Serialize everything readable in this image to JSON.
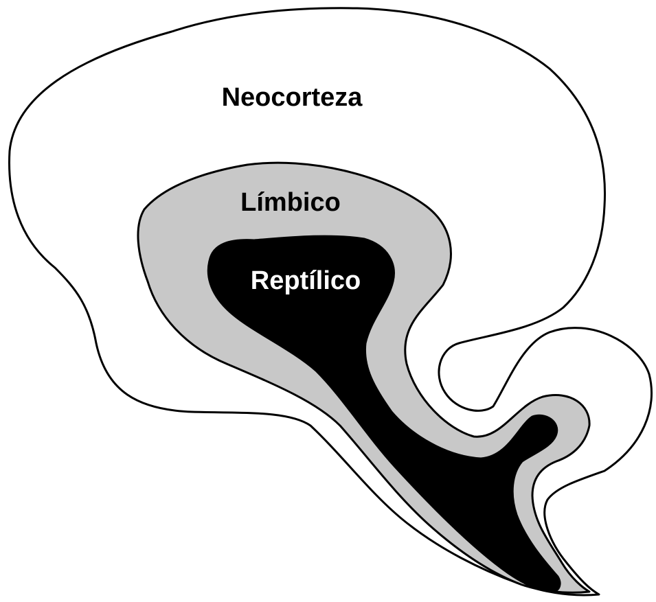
{
  "labels": {
    "neocortex": "Neocorteza",
    "limbic": "Límbico",
    "reptilian": "Reptílico"
  },
  "colors": {
    "background": "#ffffff",
    "outline": "#000000",
    "neocortex_fill": "#ffffff",
    "limbic_fill": "#c8c8c8",
    "reptilian_fill": "#000000",
    "reptilian_label": "#ffffff",
    "dark_label": "#000000"
  }
}
